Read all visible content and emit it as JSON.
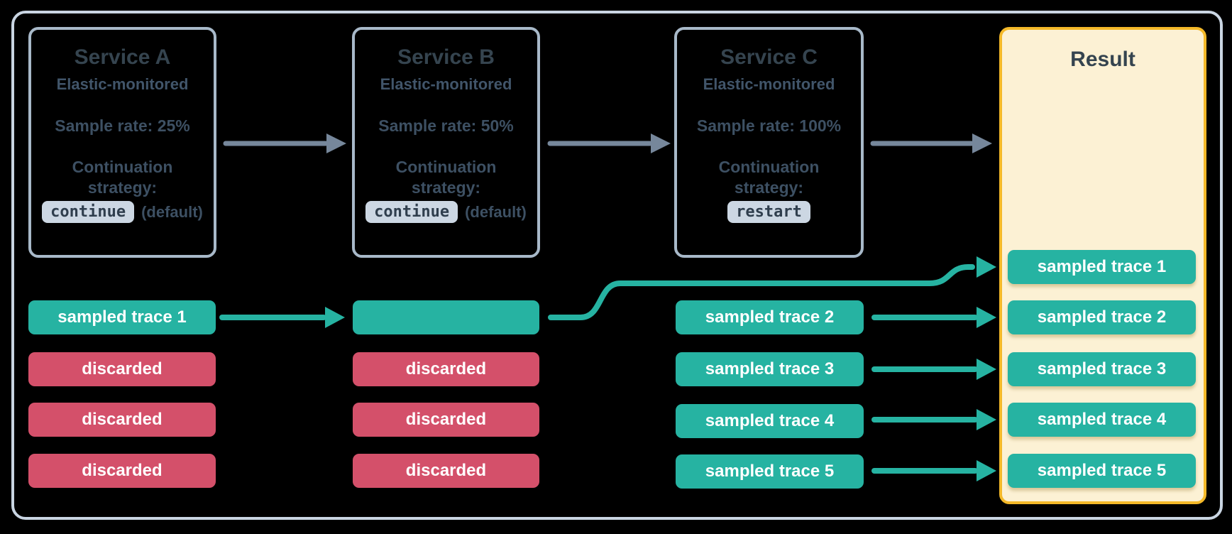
{
  "services": [
    {
      "title": "Service A",
      "subtitle": "Elastic-monitored",
      "sample_rate": "Sample rate: 25%",
      "continuation_line1": "Continuation",
      "continuation_line2": "strategy:",
      "strategy_value": "continue",
      "strategy_note": "(default)"
    },
    {
      "title": "Service B",
      "subtitle": "Elastic-monitored",
      "sample_rate": "Sample rate: 50%",
      "continuation_line1": "Continuation",
      "continuation_line2": "strategy:",
      "strategy_value": "continue",
      "strategy_note": "(default)"
    },
    {
      "title": "Service C",
      "subtitle": "Elastic-monitored",
      "sample_rate": "Sample rate: 100%",
      "continuation_line1": "Continuation",
      "continuation_line2": "strategy:",
      "strategy_value": "restart",
      "strategy_note": ""
    }
  ],
  "result_panel": {
    "title": "Result"
  },
  "columns": {
    "service_a": [
      {
        "label": "sampled trace 1",
        "kind": "sampled"
      },
      {
        "label": "discarded",
        "kind": "discarded"
      },
      {
        "label": "discarded",
        "kind": "discarded"
      },
      {
        "label": "discarded",
        "kind": "discarded"
      }
    ],
    "service_b": [
      {
        "label": "",
        "kind": "sampled"
      },
      {
        "label": "discarded",
        "kind": "discarded"
      },
      {
        "label": "discarded",
        "kind": "discarded"
      },
      {
        "label": "discarded",
        "kind": "discarded"
      }
    ],
    "service_c": [
      {
        "label": "sampled trace 2",
        "kind": "sampled"
      },
      {
        "label": "sampled trace 3",
        "kind": "sampled"
      },
      {
        "label": "sampled trace 4",
        "kind": "sampled"
      },
      {
        "label": "sampled trace 5",
        "kind": "sampled"
      }
    ],
    "result": [
      {
        "label": "sampled trace 1",
        "kind": "sampled"
      },
      {
        "label": "sampled trace 2",
        "kind": "sampled"
      },
      {
        "label": "sampled trace 3",
        "kind": "sampled"
      },
      {
        "label": "sampled trace 4",
        "kind": "sampled"
      },
      {
        "label": "sampled trace 5",
        "kind": "sampled"
      }
    ]
  },
  "colors": {
    "sampled": "#26b3a2",
    "discarded": "#d4506a",
    "flow_arrow": "#76879b",
    "trace_arrow": "#26b3a2",
    "service_border": "#a8b9c9",
    "frame_border": "#c9d5e2",
    "result_background": "#fcf1d4",
    "result_border": "#f4b929",
    "text": "#35444f"
  }
}
